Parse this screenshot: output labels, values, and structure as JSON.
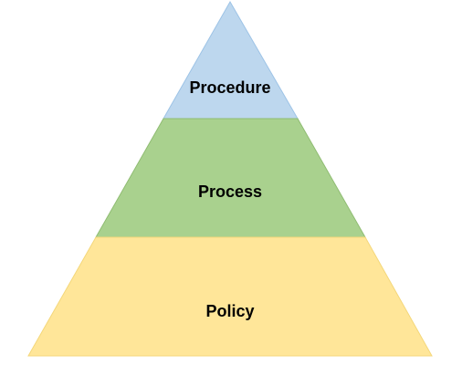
{
  "pyramid": {
    "tiers": [
      {
        "label": "Procedure",
        "fill": "#bdd7ee",
        "stroke": "#9dc3e6"
      },
      {
        "label": "Process",
        "fill": "#a9d18e",
        "stroke": "#8fbc72"
      },
      {
        "label": "Policy",
        "fill": "#ffe699",
        "stroke": "#f4d77a"
      }
    ]
  }
}
